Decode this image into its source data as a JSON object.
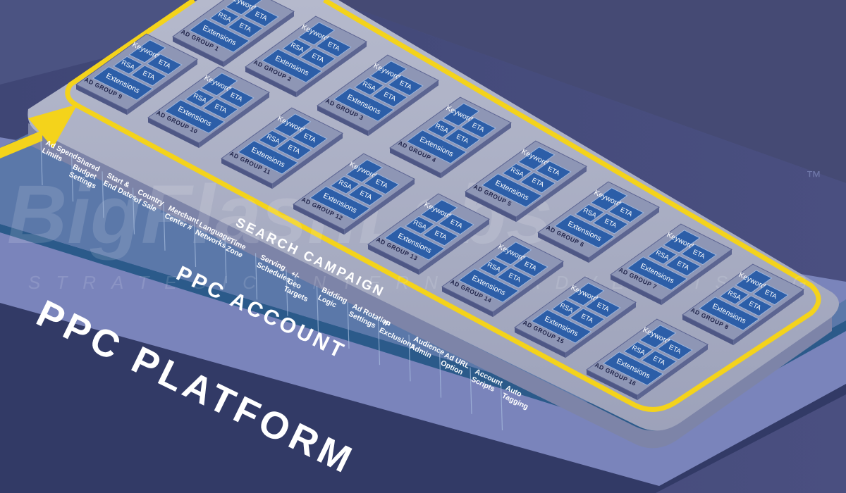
{
  "labels": {
    "platform": "PPC PLATFORM",
    "account": "PPC ACCOUNT",
    "campaign": "SEARCH CAMPAIGN"
  },
  "ad_group_items": {
    "keywords": "Keywords",
    "eta_a": "ETA",
    "eta_b": "ETA",
    "rsa": "RSA",
    "extensions": "Extensions"
  },
  "ad_groups": [
    "AD GROUP 1",
    "AD GROUP 2",
    "AD GROUP 3",
    "AD GROUP 4",
    "AD GROUP 5",
    "AD GROUP 6",
    "AD GROUP 7",
    "AD GROUP 8",
    "AD GROUP 9",
    "AD GROUP 10",
    "AD GROUP 11",
    "AD GROUP 12",
    "AD GROUP 13",
    "AD GROUP 14",
    "AD GROUP 15",
    "AD GROUP 16"
  ],
  "account_settings": [
    [
      "Ad Spend",
      "Limits"
    ],
    [
      "Shared",
      "Budget",
      "Settings"
    ],
    [
      "Start &",
      "End Dates"
    ],
    [
      "Country",
      "of Sale"
    ],
    [
      "Merchant",
      "Center #"
    ],
    [
      "Language",
      "Networks"
    ],
    [
      "Time",
      "Zone"
    ],
    [
      "Serving",
      "Schedules"
    ],
    [
      "+/-",
      "Geo",
      "Targets"
    ],
    [
      "Bidding",
      "Logic"
    ],
    [
      "Ad Rotation",
      "Settings"
    ],
    [
      "IP",
      "Exclusions"
    ],
    [
      "Audience",
      "Admin"
    ],
    [
      "Ad URL",
      "Option"
    ],
    [
      "Account",
      "Scripts"
    ],
    [
      "Auto",
      "Tagging"
    ]
  ],
  "watermark": {
    "main": "BigFlashLabs",
    "sub": "STRATEGIC INTERNET ADVERTISING",
    "tm": "™"
  },
  "colors": {
    "background": "#454a74",
    "platform_top": "#8089bf",
    "account_top": "#5b78a9",
    "account_front": "#2b5a8a",
    "campaign_top": "#a6aabf",
    "highlight": "#f4d31b",
    "ad_group_base": "#8e96b5",
    "ad_item": "#2c5ea8"
  }
}
